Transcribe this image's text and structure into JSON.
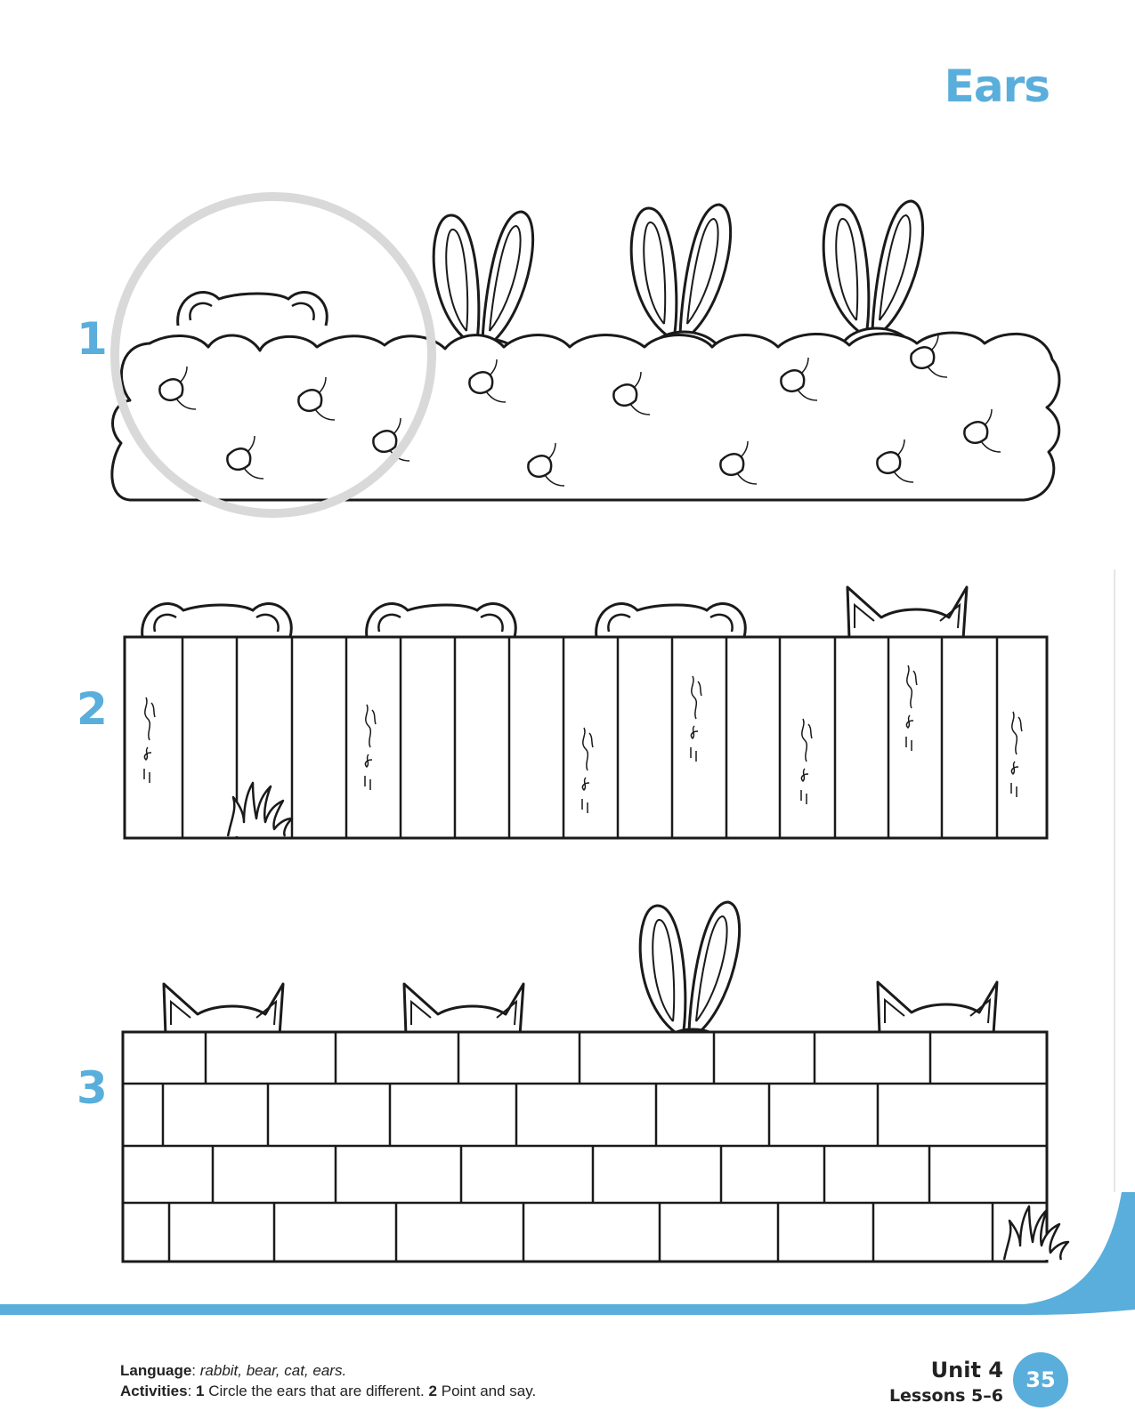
{
  "page_title": "Ears",
  "exercises": [
    {
      "number": "1",
      "scene": "bush",
      "animals": [
        "bear",
        "rabbit",
        "rabbit",
        "rabbit"
      ],
      "answer_circled": "bear"
    },
    {
      "number": "2",
      "scene": "wooden fence",
      "animals": [
        "bear",
        "bear",
        "bear",
        "cat"
      ]
    },
    {
      "number": "3",
      "scene": "brick wall",
      "animals": [
        "cat",
        "cat",
        "rabbit",
        "cat"
      ]
    }
  ],
  "footer": {
    "language_label": "Language",
    "language_words": "rabbit, bear, cat, ears.",
    "activities_label": "Activities",
    "activity_1_number": "1",
    "activity_1_text": "Circle the ears that are different.",
    "activity_2_number": "2",
    "activity_2_text": "Point and say.",
    "unit": "Unit 4",
    "lessons": "Lessons 5–6",
    "page_number": "35"
  },
  "colors": {
    "accent": "#5aaedb",
    "line": "#1a1a1a",
    "answer_circle": "#d9d9d9"
  }
}
